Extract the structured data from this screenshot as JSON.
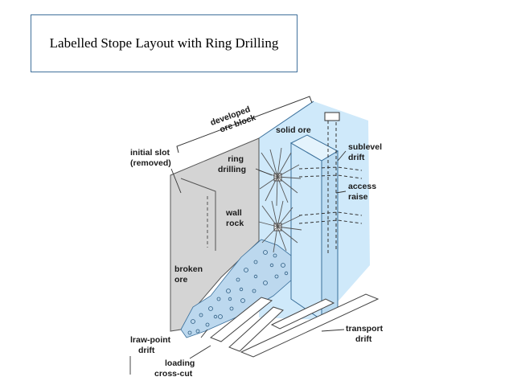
{
  "slide": {
    "title": "Labelled Stope Layout with Ring Drilling"
  },
  "diagram": {
    "labels": {
      "developed_ore_block": [
        "developed",
        "ore block"
      ],
      "initial_slot": [
        "initial slot",
        "(removed)"
      ],
      "ring_drilling": [
        "ring",
        "drilling"
      ],
      "solid_ore": "solid ore",
      "sublevel_drift": [
        "sublevel",
        "drift"
      ],
      "access_raise": [
        "access",
        "raise"
      ],
      "wall_rock": [
        "wall",
        "rock"
      ],
      "broken_ore": [
        "broken",
        "ore"
      ],
      "transport_drift": [
        "transport",
        "drift"
      ],
      "draw_point_drift": [
        "lraw-point",
        "drift"
      ],
      "loading_cross_cut": [
        "loading",
        "cross-cut"
      ]
    },
    "colors": {
      "ore": "#cfe9fa",
      "ore_outline": "#3a6f9a",
      "wall": "#d4d4d4",
      "line": "#333333"
    }
  }
}
